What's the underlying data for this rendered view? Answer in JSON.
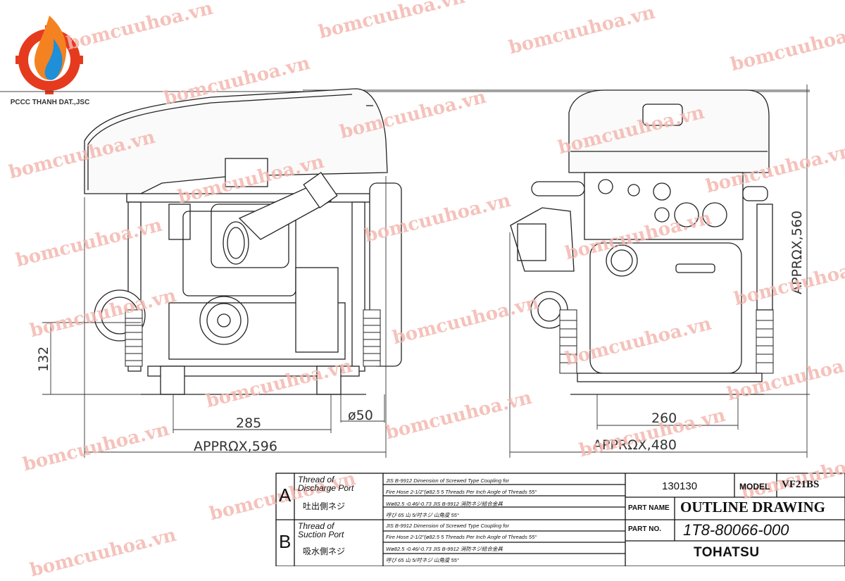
{
  "logo": {
    "company": "PCCC THANH DAT.,JSC",
    "colors": [
      "#e63a1e",
      "#f58220",
      "#1f8fd8"
    ]
  },
  "watermark": "bomcuuhoa.vn",
  "dimensions": {
    "side_height": "132",
    "side_285": "285",
    "side_outlet": "ø50",
    "side_length": "APPRΩX,596",
    "front_260": "260",
    "front_width": "APPRΩX,480",
    "front_height": "APPRΩX,560"
  },
  "title_block": {
    "row_a": {
      "letter": "A",
      "label_line1": "Thread of",
      "label_line2": "Discharge Port",
      "label_jp": "吐出側ネジ",
      "spec1": "JIS B-9912 Dimension of Screwed Type Coupling for",
      "spec2": "Fire Hose 2-1/2\"(ø82.5 5 Threads Per Inch Angle of Threads 55°",
      "spec3": "Wø82.5 -0.46/-0.73   JIS B-9912 消防ネジ結合金具",
      "spec4": "呼び 65  山 5/吋ネジ  山角度 55°"
    },
    "row_b": {
      "letter": "B",
      "label_line1": "Thread of",
      "label_line2": "Suction Port",
      "label_jp": "吸水側ネジ",
      "spec1": "JIS B-9912 Dimension of Screwed Type Coupling for",
      "spec2": "Fire Hose 2-1/2\"(ø82.5 5 Threads Per Inch Angle of Threads 55°",
      "spec3": "Wø82.5 -0.46/-0.73   JIS B-9912 消防ネジ結合金具",
      "spec4": "呼び 65  山 5/吋ネジ  山角度 55°"
    },
    "code": "130130",
    "model_label": "MODEL",
    "model_value": "VF21BS",
    "part_name_label": "PART NAME",
    "part_name_value": "OUTLINE DRAWING",
    "part_no_label": "PART NO.",
    "part_no_value": "1T8-80066-000",
    "brand": "TOHATSU"
  }
}
